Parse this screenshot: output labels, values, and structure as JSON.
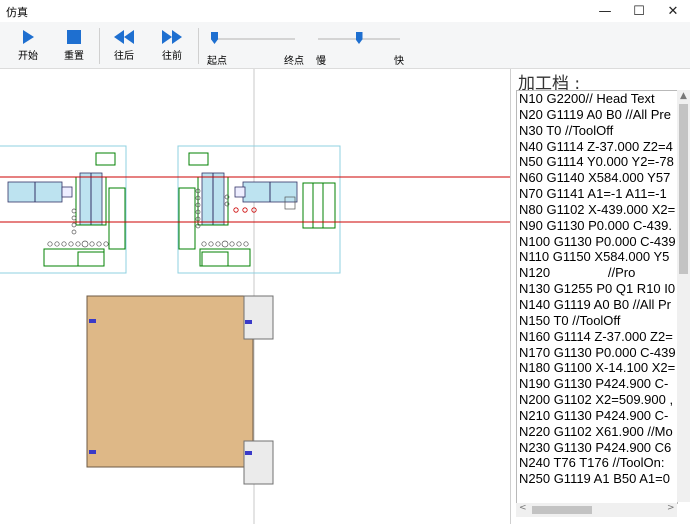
{
  "window": {
    "title": "仿真",
    "minimize": "—",
    "maximize": "☐",
    "close": "✕"
  },
  "toolbar": {
    "start_label": "开始",
    "reset_label": "重置",
    "back_label": "往后",
    "forward_label": "往前",
    "progress_slider": {
      "start_label": "起点",
      "end_label": "终点",
      "value": 0.0
    },
    "speed_slider": {
      "slow_label": "慢",
      "fast_label": "快",
      "value": 0.5
    }
  },
  "panel": {
    "title": "加工档 :",
    "lines": [
      "N10 G2200// Head Text",
      "N20 G1119 A0 B0 //All Pre",
      "N30 T0 //ToolOff",
      "N40 G1114 Z-37.000 Z2=4",
      "N50 G1114 Y0.000 Y2=-78",
      "N60 G1140 X584.000 Y57",
      "N70 G1141 A1=-1 A11=-1",
      "N80 G1102 X-439.000 X2=",
      "N90 G1130 P0.000 C-439.",
      "N100 G1130 P0.000 C-439",
      "N110 G1150 X584.000 Y5",
      "N120                //Pro",
      "N130 G1255 P0 Q1 R10 I0",
      "N140 G1119 A0 B0 //All Pr",
      "N150 T0 //ToolOff",
      "N160 G1114 Z-37.000 Z2=",
      "N170 G1130 P0.000 C-439",
      "N180 G1100 X-14.100 X2=",
      "N190 G1130 P424.900 C-",
      "N200 G1102 X2=509.900 ,",
      "N210 G1130 P424.900 C-",
      "N220 G1102 X61.900 //Mo",
      "N230 G1130 P424.900 C6",
      "N240 T76 T176 //ToolOn:",
      "N250 G1119 A1 B50 A1=0"
    ],
    "hscroll_left": "<",
    "hscroll_right": ">"
  },
  "colors": {
    "accent": "#1e6fd0",
    "board": "#deb887",
    "laser": "#cc0000",
    "frame": "#8fd0e0",
    "part": "#008000"
  }
}
